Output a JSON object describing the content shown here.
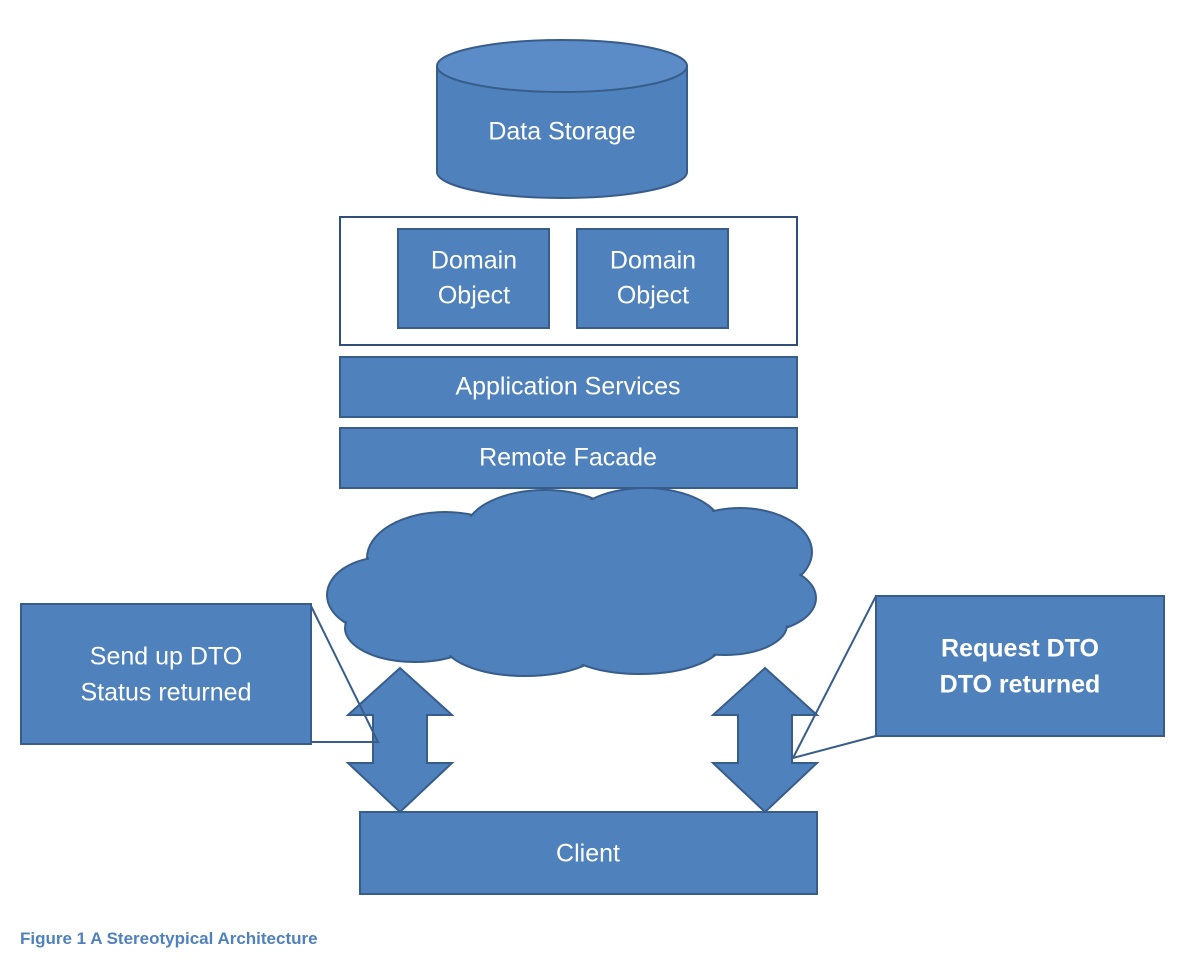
{
  "diagram": {
    "data_storage": {
      "label": "Data Storage"
    },
    "domain_object_1": {
      "line1": "Domain",
      "line2": "Object"
    },
    "domain_object_2": {
      "line1": "Domain",
      "line2": "Object"
    },
    "application_services": {
      "label": "Application Services"
    },
    "remote_facade": {
      "label": "Remote Facade"
    },
    "network_cloud": {
      "label": ""
    },
    "client": {
      "label": "Client"
    },
    "left_callout": {
      "line1": "Send up DTO",
      "line2": "Status returned"
    },
    "right_callout": {
      "line1": "Request DTO",
      "line2": "DTO returned"
    },
    "colors": {
      "shape_fill": "#4f81bd",
      "shape_border": "#385d8a",
      "text": "#ffffff",
      "caption": "#4f81bd"
    }
  },
  "caption": {
    "text": "Figure 1 A Stereotypical Architecture"
  }
}
